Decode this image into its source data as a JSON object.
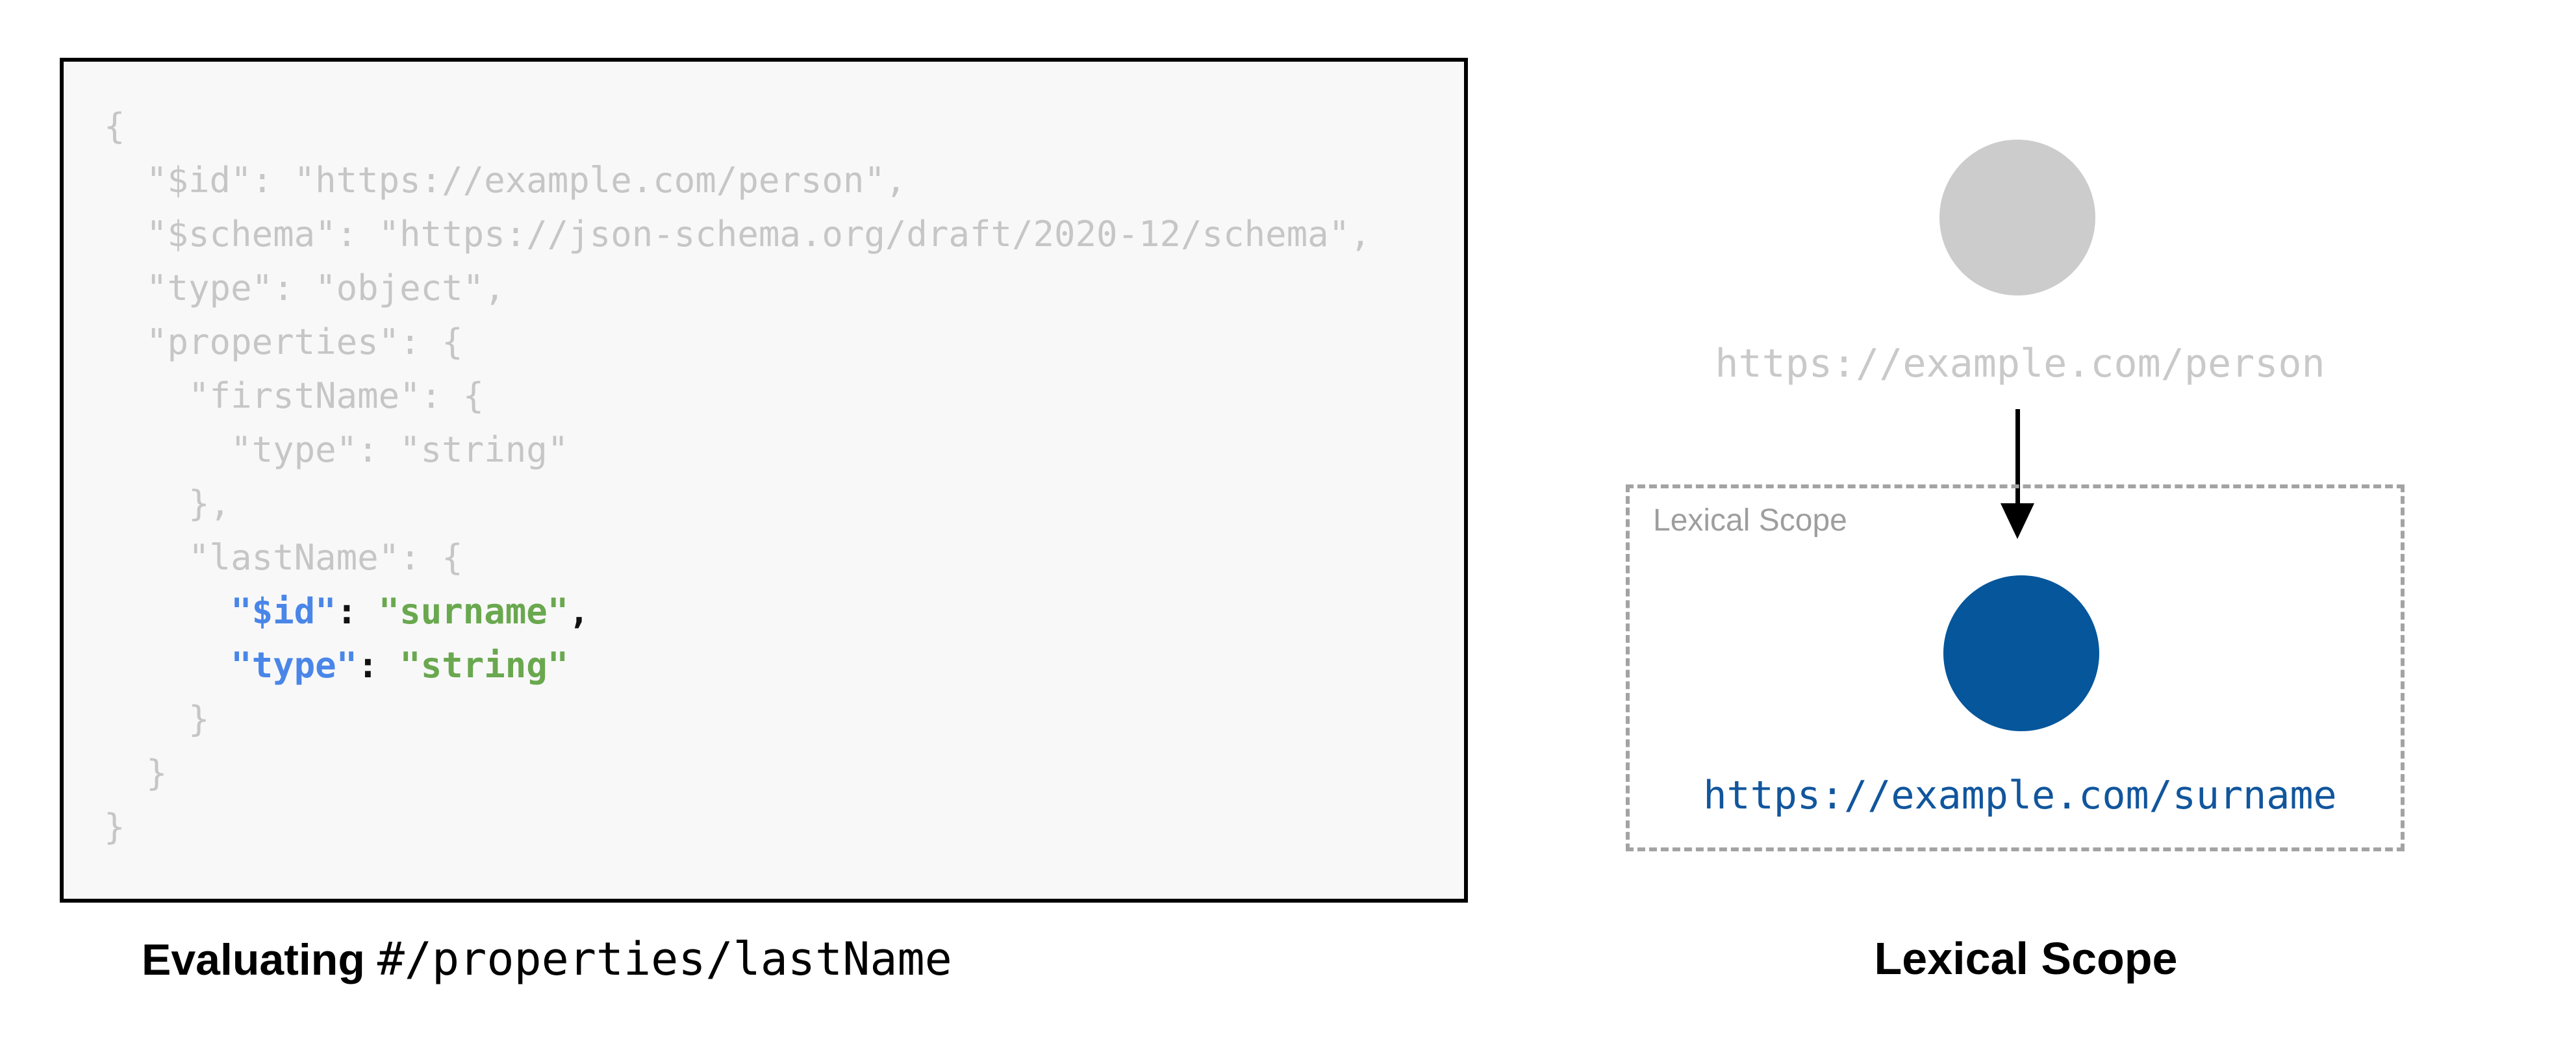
{
  "colors": {
    "panel-bg": "#f8f8f8",
    "panel-border": "#000000",
    "code-gray": "#c6c6c6",
    "code-key": "#4a86e8",
    "code-string": "#6aa84f",
    "code-punct": "#111111",
    "gray-node": "#cccccc",
    "gray-url": "#c9c9c9",
    "blue-node": "#05569b",
    "blue-url": "#11569d",
    "scope-border": "#a3a3a3",
    "scope-label": "#9e9e9e",
    "arrow": "#000000",
    "caption": "#000000"
  },
  "code": {
    "lines": [
      [
        {
          "t": "{",
          "s": "gray"
        }
      ],
      [
        {
          "t": "  \"$id\": \"https://example.com/person\",",
          "s": "gray"
        }
      ],
      [
        {
          "t": "  \"$schema\": \"https://json-schema.org/draft/2020-12/schema\",",
          "s": "gray"
        }
      ],
      [
        {
          "t": "  \"type\": \"object\",",
          "s": "gray"
        }
      ],
      [
        {
          "t": "  \"properties\": {",
          "s": "gray"
        }
      ],
      [
        {
          "t": "    \"firstName\": {",
          "s": "gray"
        }
      ],
      [
        {
          "t": "      \"type\": \"string\"",
          "s": "gray"
        }
      ],
      [
        {
          "t": "    },",
          "s": "gray"
        }
      ],
      [
        {
          "t": "    \"lastName\": {",
          "s": "gray"
        }
      ],
      [
        {
          "t": "      ",
          "s": "gray"
        },
        {
          "t": "\"$id\"",
          "s": "key"
        },
        {
          "t": ": ",
          "s": "punct"
        },
        {
          "t": "\"surname\"",
          "s": "str"
        },
        {
          "t": ",",
          "s": "punct"
        }
      ],
      [
        {
          "t": "      ",
          "s": "gray"
        },
        {
          "t": "\"type\"",
          "s": "key"
        },
        {
          "t": ": ",
          "s": "punct"
        },
        {
          "t": "\"string\"",
          "s": "str"
        }
      ],
      [
        {
          "t": "    }",
          "s": "gray"
        }
      ],
      [
        {
          "t": "  }",
          "s": "gray"
        }
      ],
      [
        {
          "t": "}",
          "s": "gray"
        }
      ]
    ]
  },
  "captions": {
    "left_bold": "Evaluating ",
    "left_mono": "#/properties/lastName",
    "right": "Lexical Scope"
  },
  "diagram": {
    "parent_url": "https://example.com/person",
    "scope_label": "Lexical Scope",
    "child_url": "https://example.com/surname"
  }
}
